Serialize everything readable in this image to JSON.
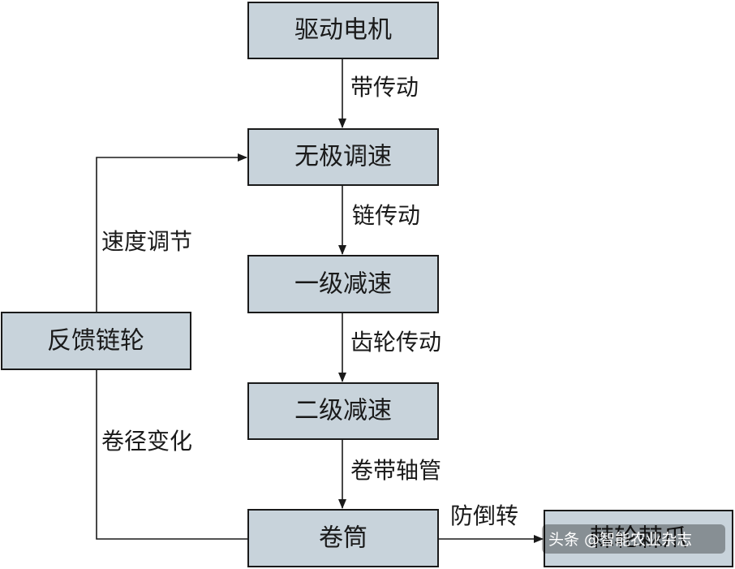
{
  "nodes": {
    "motor": "驱动电机",
    "cvt": "无极调速",
    "stage1": "一级减速",
    "stage2": "二级减速",
    "drum": "卷筒",
    "feedback": "反馈链轮",
    "ratchet": "棘轮棘爪"
  },
  "edges": {
    "belt": "带传动",
    "chain": "链传动",
    "gear": "齿轮传动",
    "tape_shaft": "卷带轴管",
    "speed_adjust": "速度调节",
    "diameter_change": "卷径变化",
    "anti_reverse": "防倒转"
  },
  "watermark": "头条 @智能农业杂志",
  "colors": {
    "box_fill": "#c8d3db",
    "stroke": "#1a1a1a",
    "background": "#ffffff"
  }
}
